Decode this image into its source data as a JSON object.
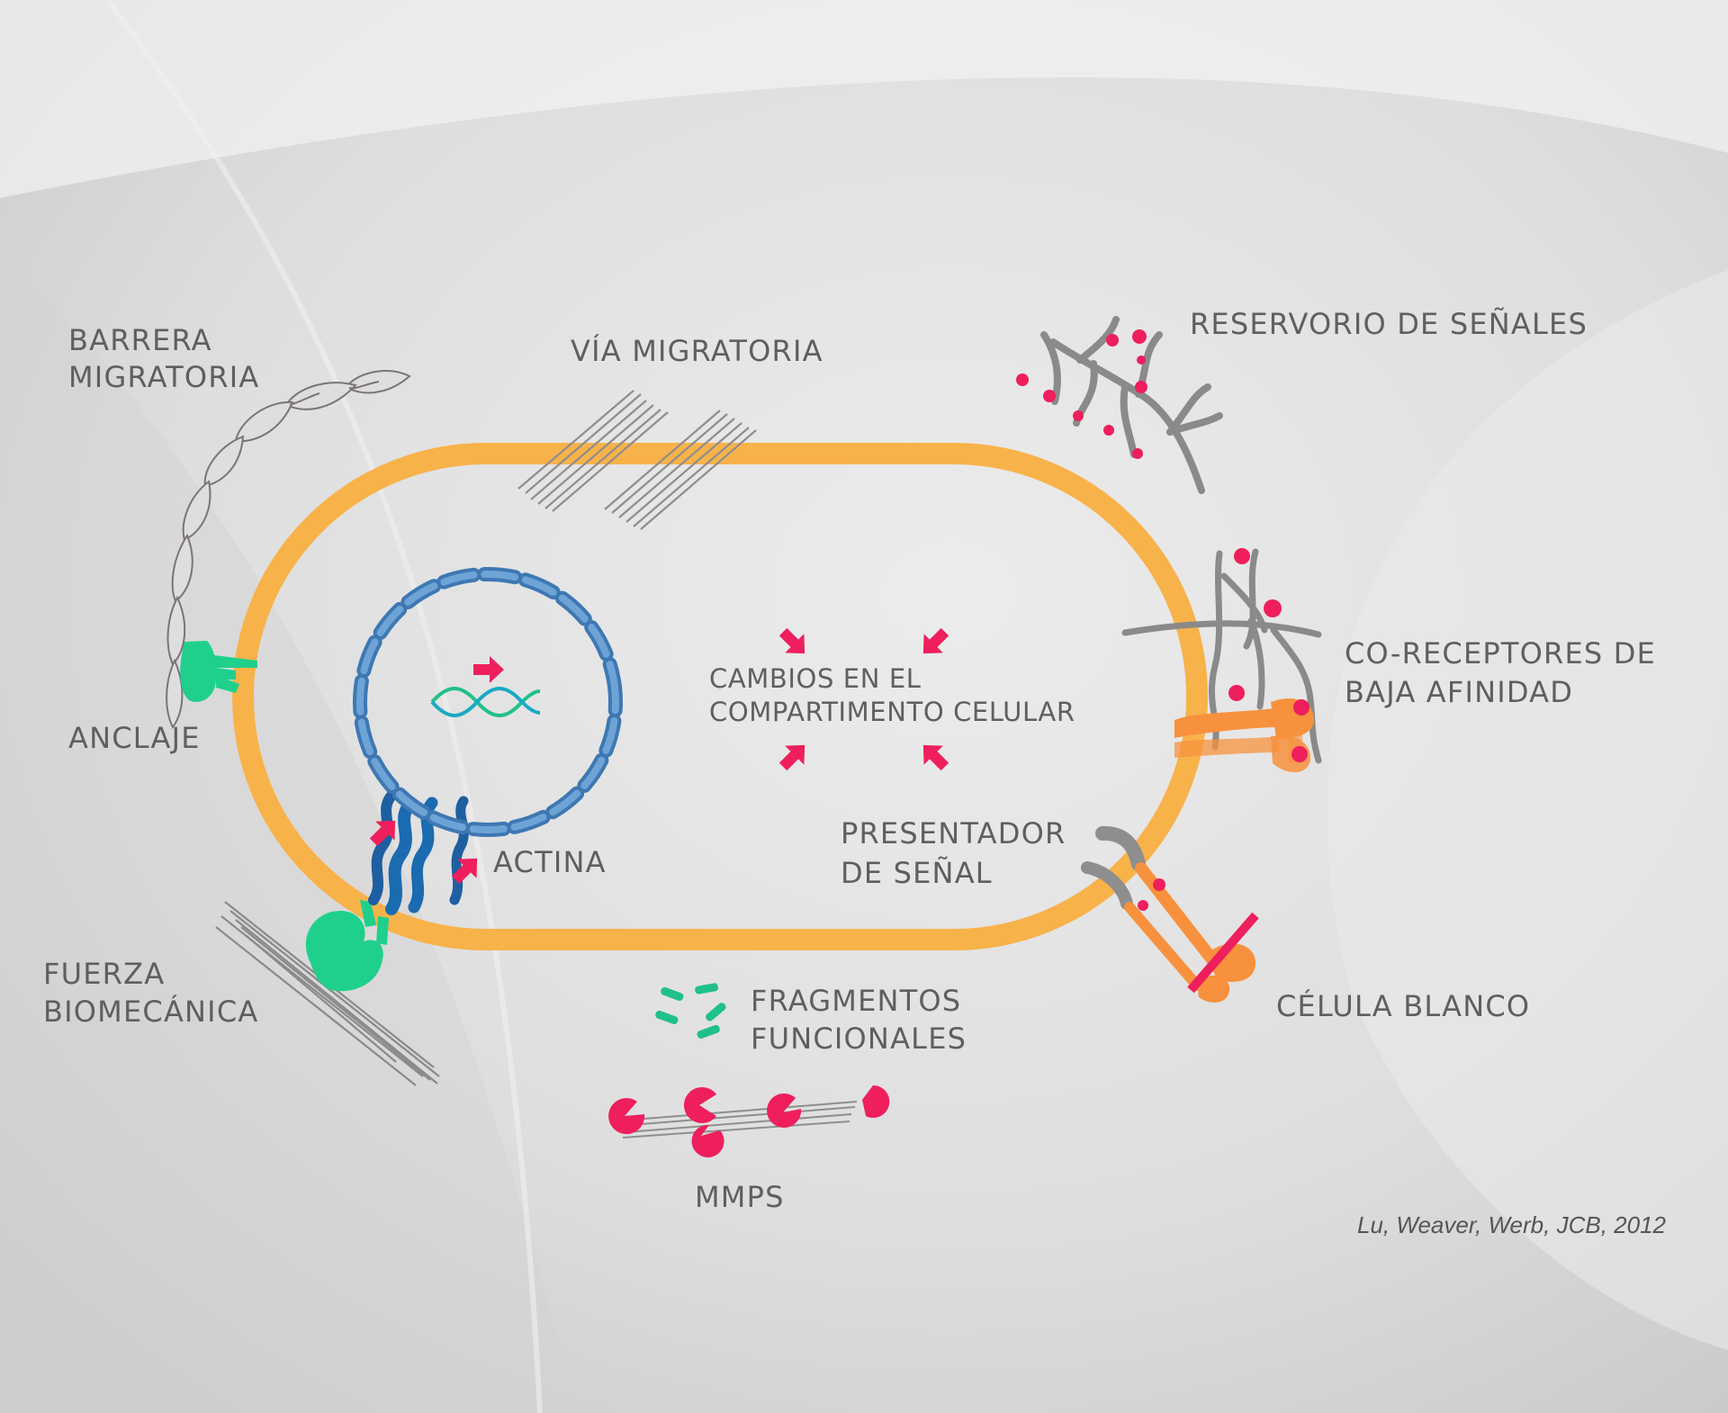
{
  "labels": {
    "barrera_1": "BARRERA",
    "barrera_2": "MIGRATORIA",
    "via": "VÍA MIGRATORIA",
    "reservorio": "RESERVORIO DE SEÑALES",
    "co_receptores_1": "CO-RECEPTORES DE",
    "co_receptores_2": "BAJA AFINIDAD",
    "anclaje": "ANCLAJE",
    "cambios_1": "CAMBIOS EN EL",
    "cambios_2": "COMPARTIMENTO CELULAR",
    "presentador_1": "PRESENTADOR",
    "presentador_2": "DE SEÑAL",
    "actina": "ACTINA",
    "fuerza_1": "FUERZA",
    "fuerza_2": "BIOMECÁNICA",
    "celula_blanco": "CÉLULA BLANCO",
    "fragmentos_1": "FRAGMENTOS",
    "fragmentos_2": "FUNCIONALES",
    "mmps": "MMPS"
  },
  "citation": "Lu, Weaver, Werb, JCB, 2012",
  "colors": {
    "membrane": "#f8b24a",
    "nucleus": "#4a85c0",
    "dna_green": "#20c08a",
    "dna_teal": "#1aa9c4",
    "signal": "#ee1f5c",
    "anchor": "#1fd08c",
    "actin": "#1a6bb0",
    "fiber": "#8e8e8e",
    "receptor": "#f7913d",
    "label": "#5f5f5f"
  },
  "icons": [
    "arrow-icon",
    "dna-icon",
    "mmp-pacman-icon",
    "signal-dot-icon"
  ]
}
